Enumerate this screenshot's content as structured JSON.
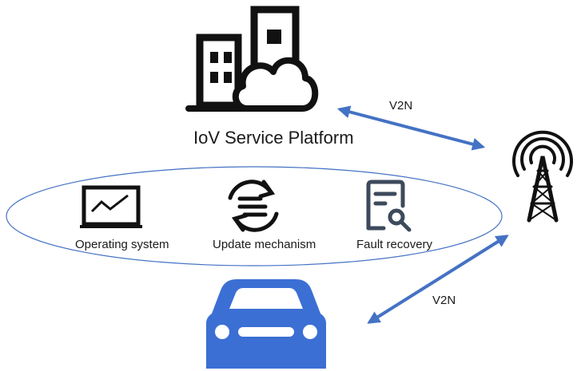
{
  "platform": {
    "label": "IoV Service Platform",
    "icon": "building-cloud-icon"
  },
  "ellipse_items": [
    {
      "label": "Operating system",
      "icon": "monitor-chart-icon"
    },
    {
      "label": "Update mechanism",
      "icon": "sync-refresh-icon"
    },
    {
      "label": "Fault recovery",
      "icon": "document-search-icon"
    }
  ],
  "links": [
    {
      "label": "V2N",
      "from": "IoV Service Platform",
      "to": "cell-tower"
    },
    {
      "label": "V2N",
      "from": "cell-tower",
      "to": "vehicle"
    }
  ],
  "tower": {
    "icon": "cell-tower-icon"
  },
  "vehicle": {
    "icon": "car-icon"
  },
  "colors": {
    "arrow": "#4472c4",
    "ellipse": "#4472c4",
    "car": "#3b6fd4",
    "icon": "#111111",
    "doc_icon": "#3d4a5c"
  }
}
